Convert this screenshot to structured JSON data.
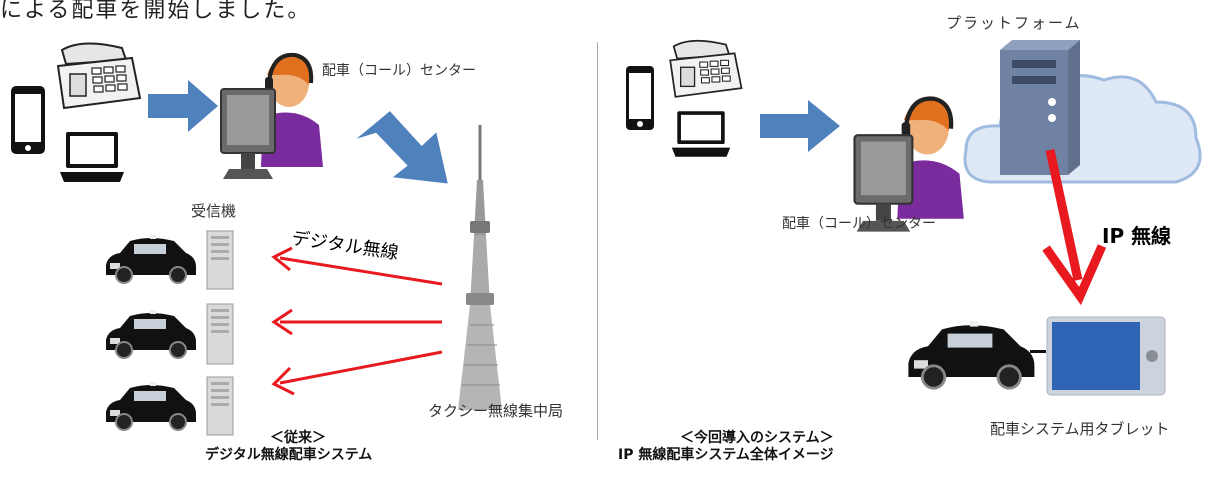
{
  "headline": "による配車を開始しました。",
  "left": {
    "center_label": "配車（コール）センター",
    "receiver_label": "受信機",
    "wireless_label": "デジタル無線",
    "station_label": "タクシー無線集中局",
    "caption_line1": "＜従来＞",
    "caption_line2": "デジタル無線配車システム"
  },
  "right": {
    "platform_label": "プラットフォーム",
    "center_label": "配車（コール）センター",
    "ip_label": "IP 無線",
    "tablet_label": "配車システム用タブレット",
    "caption_line1": "＜今回導入のシステム＞",
    "caption_line2": "IP 無線配車システム全体イメージ"
  },
  "colors": {
    "blue_arrow": "#4f81bd",
    "red_arrow": "#e8191f",
    "operator_shirt": "#7a2c9e",
    "cloud": "#dfe9f5",
    "tablet": "#2f63b3"
  }
}
